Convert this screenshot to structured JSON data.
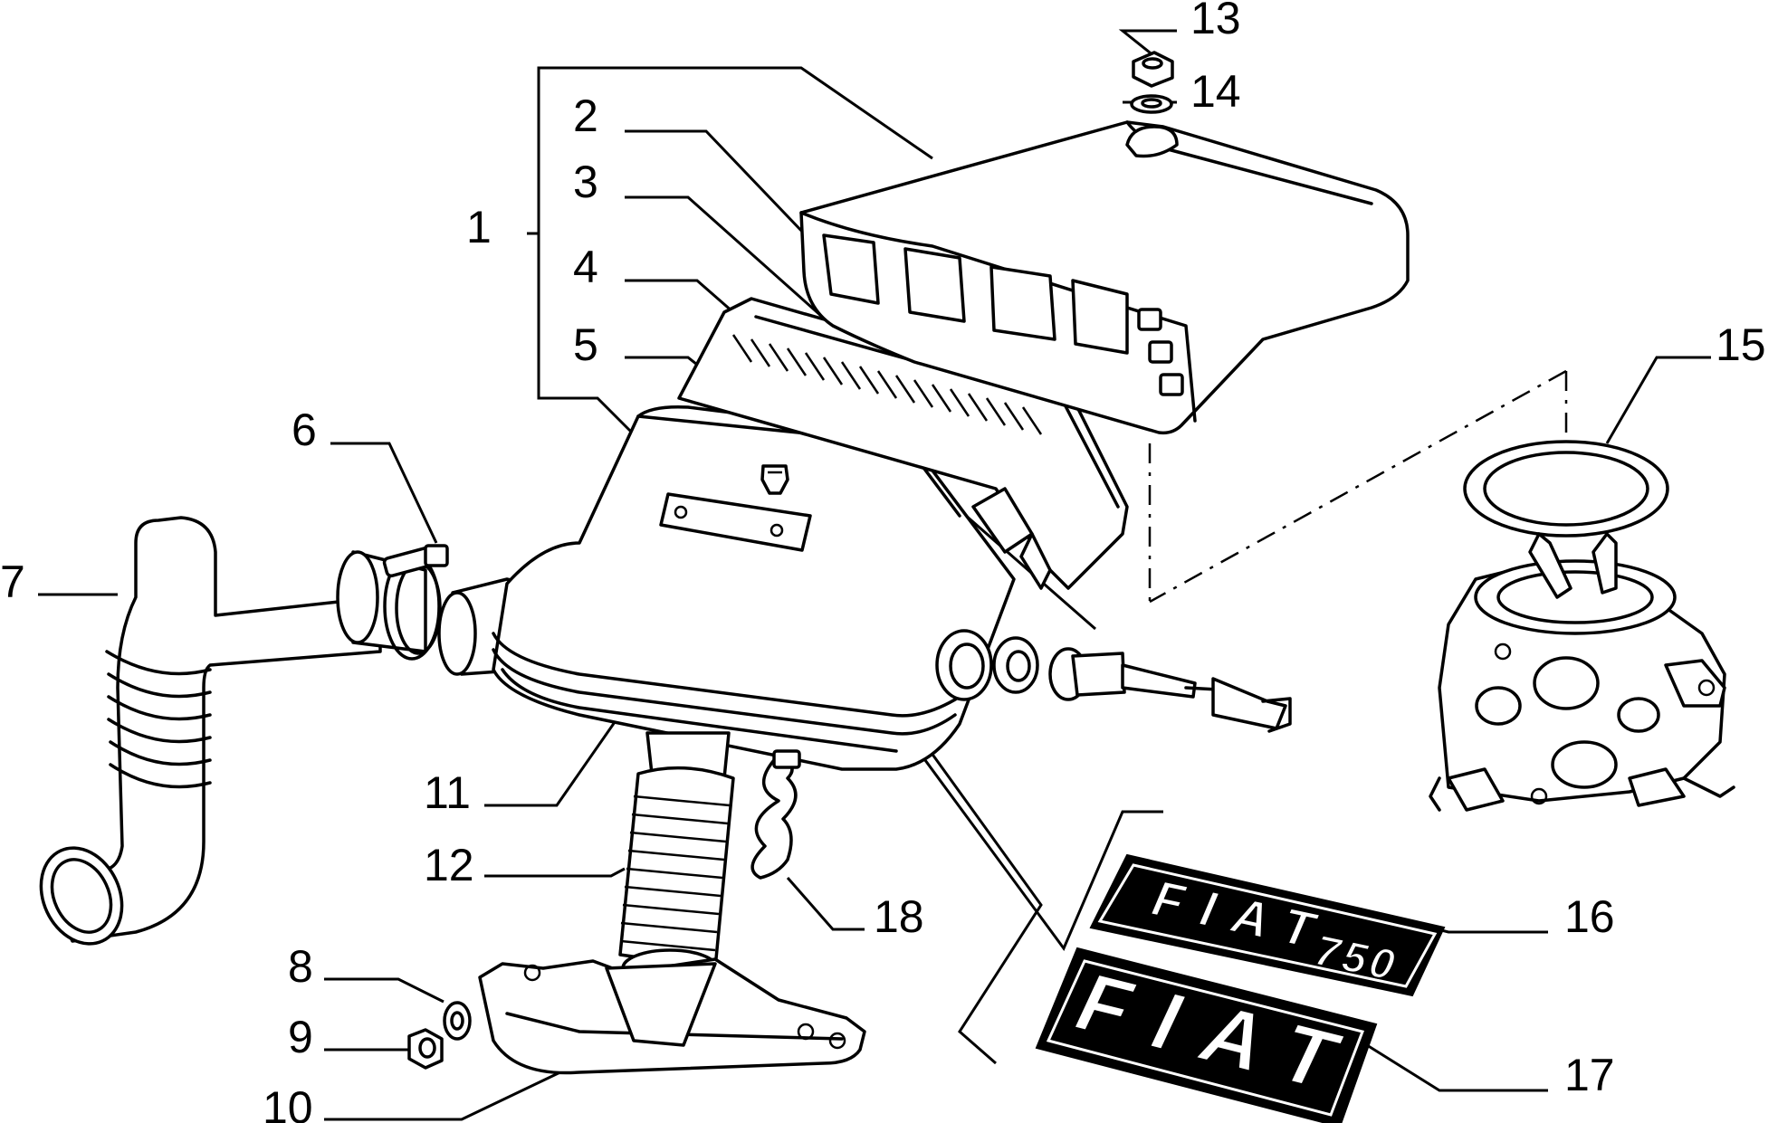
{
  "callouts": [
    "1",
    "2",
    "3",
    "4",
    "5",
    "6",
    "7",
    "8",
    "9",
    "10",
    "11",
    "12",
    "13",
    "14",
    "15",
    "16",
    "17",
    "18"
  ],
  "badges": {
    "badge_16_brand": "FIAT",
    "badge_16_model": "750",
    "badge_17_brand": "FIAT"
  }
}
